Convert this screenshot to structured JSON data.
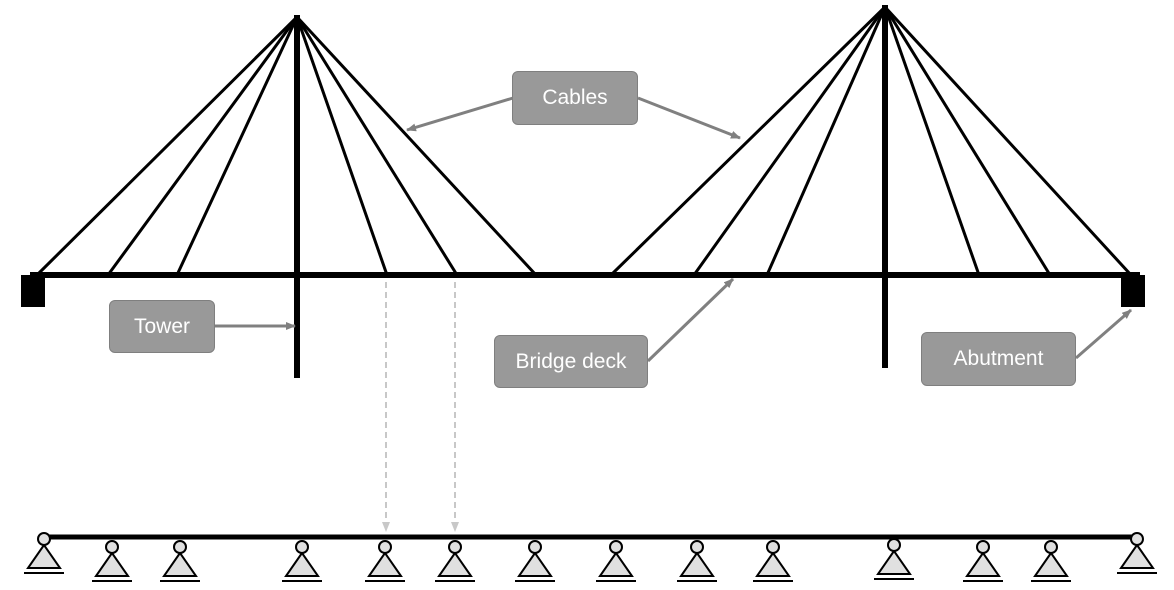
{
  "labels": {
    "cables": "Cables",
    "tower": "Tower",
    "bridge_deck": "Bridge deck",
    "abutment": "Abutment"
  },
  "colors": {
    "structure": "#000000",
    "callout_fill": "#999999",
    "callout_border": "#7f7f7f",
    "callout_text": "#ffffff",
    "arrow": "#808080",
    "projection": "#c8c8c8",
    "support_fill": "#e0e0e0"
  }
}
